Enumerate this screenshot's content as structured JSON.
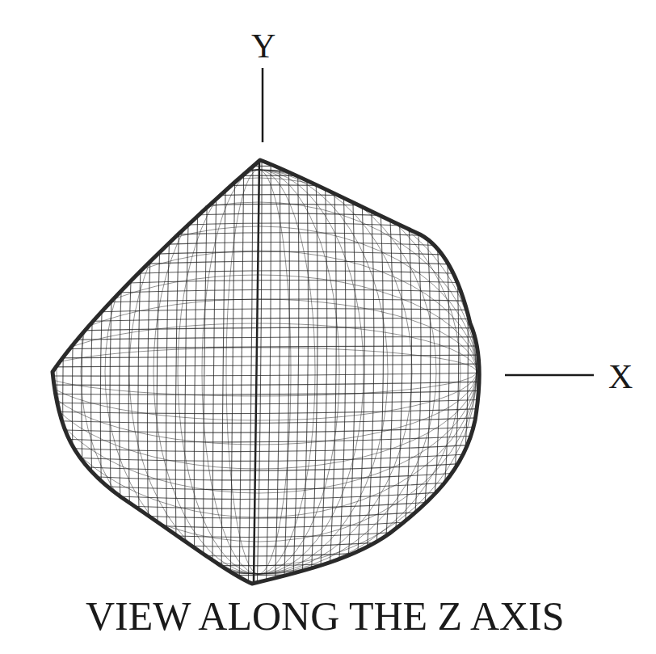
{
  "diagram": {
    "caption": "VIEW ALONG THE Z AXIS",
    "labels": [
      "Y",
      "X"
    ]
  }
}
